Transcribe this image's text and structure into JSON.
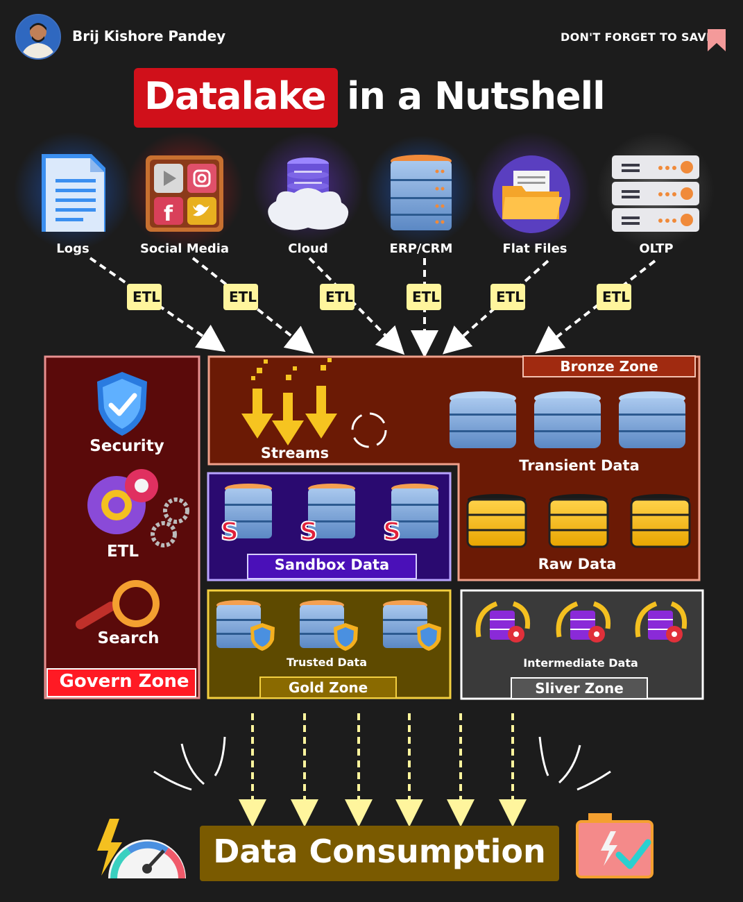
{
  "header": {
    "author_name": "Brij Kishore Pandey",
    "save_reminder": "DON'T FORGET TO SAVE"
  },
  "title": {
    "highlight": "Datalake",
    "rest": "in a Nutshell"
  },
  "sources": [
    {
      "label": "Logs",
      "icon": "document-icon"
    },
    {
      "label": "Social Media",
      "icon": "social-media-icon"
    },
    {
      "label": "Cloud",
      "icon": "cloud-database-icon"
    },
    {
      "label": "ERP/CRM",
      "icon": "database-server-icon"
    },
    {
      "label": "Flat Files",
      "icon": "folder-icon"
    },
    {
      "label": "OLTP",
      "icon": "server-rack-icon"
    }
  ],
  "etl_label": "ETL",
  "govern_zone": {
    "title": "Govern Zone",
    "items": [
      "Security",
      "ETL",
      "Search"
    ]
  },
  "bronze_zone": {
    "title": "Bronze Zone",
    "streams_label": "Streams",
    "transient_label": "Transient Data",
    "raw_label": "Raw Data"
  },
  "sandbox_zone": {
    "title": "Sandbox Data"
  },
  "gold_zone": {
    "title": "Gold Zone",
    "data_label": "Trusted Data"
  },
  "silver_zone": {
    "title": "Sliver Zone",
    "data_label": "Intermediate Data"
  },
  "consumption": {
    "label": "Data Consumption"
  },
  "colors": {
    "title_red": "#d0101a",
    "etl_yellow": "#fff59d",
    "govern_bg": "#5a0a0a",
    "bronze_bg": "#6b1a05",
    "sandbox_bg": "#2a0a70",
    "gold_bg": "#5e4a00",
    "silver_bg": "#3a3a3a",
    "consume_bg": "#7a5a00"
  }
}
